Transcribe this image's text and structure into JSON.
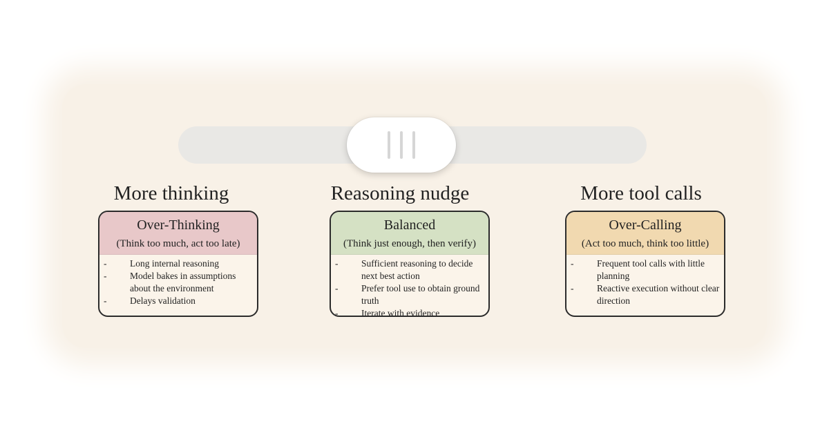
{
  "columns": [
    {
      "heading": "More thinking",
      "card": {
        "title": "Over-Thinking",
        "subtitle": "(Think too much, act too late)",
        "header_color": "#e8c8c9",
        "items": [
          "Long internal reasoning",
          "Model bakes in assumptions about the environment",
          "Delays validation"
        ]
      }
    },
    {
      "heading": "Reasoning nudge",
      "card": {
        "title": "Balanced",
        "subtitle": "(Think just enough, then verify)",
        "header_color": "#d5e1c4",
        "items": [
          "Sufficient reasoning to decide next best action",
          "Prefer tool use to obtain ground truth",
          "Iterate with evidence"
        ]
      }
    },
    {
      "heading": "More tool calls",
      "card": {
        "title": "Over-Calling",
        "subtitle": "(Act too much, think too little)",
        "header_color": "#f1d9b0",
        "items": [
          "Frequent tool calls with little planning",
          "Reactive execution without clear direction"
        ]
      }
    }
  ],
  "bullet_marker": "-",
  "slider": {
    "position": 0.47
  },
  "colors": {
    "panel_background": "#f8f1e7",
    "track": "#e9e8e5",
    "knob": "#ffffff",
    "card_border": "#2b2b2b",
    "card_body": "#fbf4ea"
  },
  "icons": {
    "knob_grip": "grip-lines-icon"
  }
}
